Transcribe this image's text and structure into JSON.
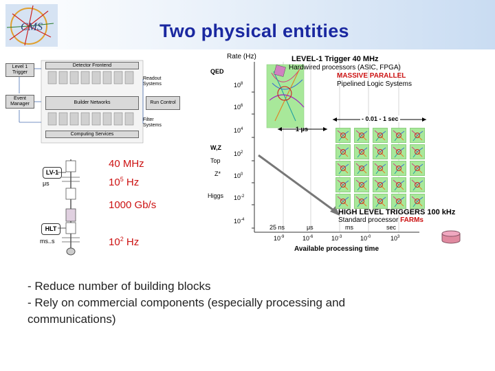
{
  "header": {
    "title": "Two physical entities",
    "logo_text": "CMS"
  },
  "daq": {
    "level1_trigger": "Level 1 Trigger",
    "detector_frontend": "Detector Frontend",
    "readout_systems": "Readout Systems",
    "event_manager": "Event Manager",
    "builder_networks": "Builder Networks",
    "run_control": "Run Control",
    "filter_systems": "Filter Systems",
    "computing_services": "Computing Services"
  },
  "pipeline": {
    "lv1": "LV-1",
    "lv1_time": "μs",
    "hlt": "HLT",
    "hlt_time": "ms..s",
    "rate_40mhz": "40 MHz",
    "rate_1e5_base": "10",
    "rate_1e5_exp": "5",
    "rate_1e5_unit": " Hz",
    "bandwidth": "1000 Gb/s",
    "rate_1e2_base": "10",
    "rate_1e2_exp": "2",
    "rate_1e2_unit": " Hz"
  },
  "rate_plot": {
    "yaxis_title": "Rate (Hz)",
    "yticks": [
      {
        "base": "10",
        "exp": "8"
      },
      {
        "base": "10",
        "exp": "6"
      },
      {
        "base": "10",
        "exp": "4"
      },
      {
        "base": "10",
        "exp": "2"
      },
      {
        "base": "10",
        "exp": "0"
      },
      {
        "base": "10",
        "exp": "-2"
      },
      {
        "base": "10",
        "exp": "-4"
      }
    ],
    "physics": [
      "QED",
      "W,Z",
      "Top",
      "Z*",
      "Higgs"
    ],
    "l1_title": "LEVEL-1 Trigger 40 MHz",
    "l1_line2": "Hardwired processors (ASIC, FPGA)",
    "l1_line3a": "MASSIVE PARALLEL",
    "l1_line4": "Pipelined Logic Systems",
    "span_1us": "1 μs",
    "span_001_1s": "- 0.01 - 1 sec",
    "hlt_title": "HIGH LEVEL TRIGGERS 100 kHz",
    "hlt_line2a": "Standard processor ",
    "hlt_line2b": "FARMs",
    "xticks_top": [
      "25 ns",
      "μs",
      "ms",
      "sec"
    ],
    "xticks": [
      {
        "base": "10",
        "exp": "-9"
      },
      {
        "base": "10",
        "exp": "-6"
      },
      {
        "base": "10",
        "exp": "-3"
      },
      {
        "base": "10",
        "exp": "-0"
      },
      {
        "base": "10",
        "exp": "3"
      }
    ],
    "xaxis_title": "Available processing time"
  },
  "bullets": [
    "- Reduce number of building blocks",
    "- Rely on commercial components (especially processing and",
    "communications)"
  ],
  "colors": {
    "title": "#1a28a0",
    "rate_red": "#cc1111",
    "massive_red": "#cc1111",
    "grid_green": "#a8e89a",
    "farm_red": "#cc1111"
  }
}
